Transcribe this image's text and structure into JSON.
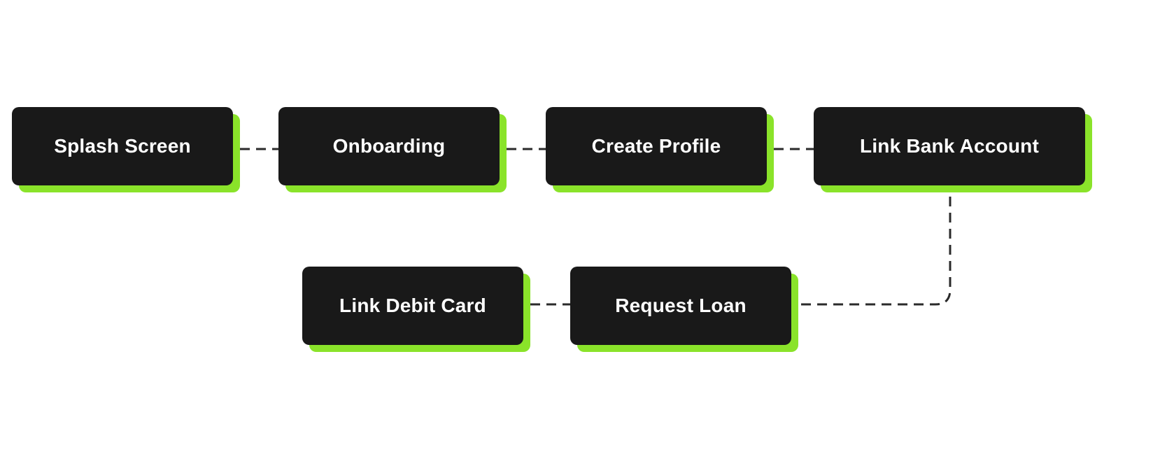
{
  "nodes": {
    "splash_screen": "Splash Screen",
    "onboarding": "Onboarding",
    "create_profile": "Create Profile",
    "link_bank_account": "Link Bank Account",
    "link_debit_card": "Link Debit Card",
    "request_loan": "Request Loan"
  },
  "edges": [
    {
      "from": "Splash Screen",
      "to": "Onboarding"
    },
    {
      "from": "Onboarding",
      "to": "Create Profile"
    },
    {
      "from": "Create Profile",
      "to": "Link Bank Account"
    },
    {
      "from": "Link Bank Account",
      "to": "Request Loan"
    },
    {
      "from": "Request Loan",
      "to": "Link Debit Card"
    }
  ],
  "colors": {
    "node_fill": "#191919",
    "node_text": "#ffffff",
    "accent_shadow": "#8ae32a",
    "connector": "#2a2a2a",
    "background": "#ffffff"
  }
}
